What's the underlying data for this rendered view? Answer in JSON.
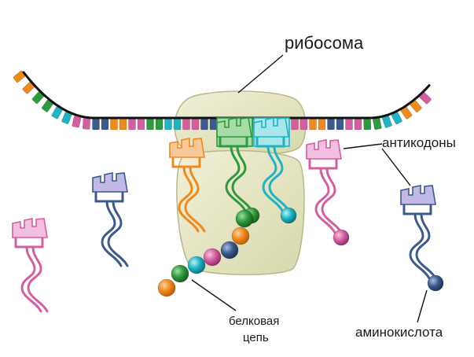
{
  "labels": {
    "ribosome": "рибосома",
    "anticodons": "антикодоны",
    "protein_chain_line1": "белковая",
    "protein_chain_line2": "цепь",
    "amino_acid": "аминокислота"
  },
  "colors": {
    "orange": "#f08a1c",
    "green": "#2e9a3c",
    "teal": "#1fb3c4",
    "pink": "#d45ea0",
    "navy": "#3b5b8c",
    "ribosome": "#e6e6c6",
    "lilac": "#c2b8e6",
    "pink_light": "#f1bfe0",
    "orange_light": "#f8c79a",
    "teal_light": "#a9e6ec",
    "green_light": "#a8dba8"
  }
}
